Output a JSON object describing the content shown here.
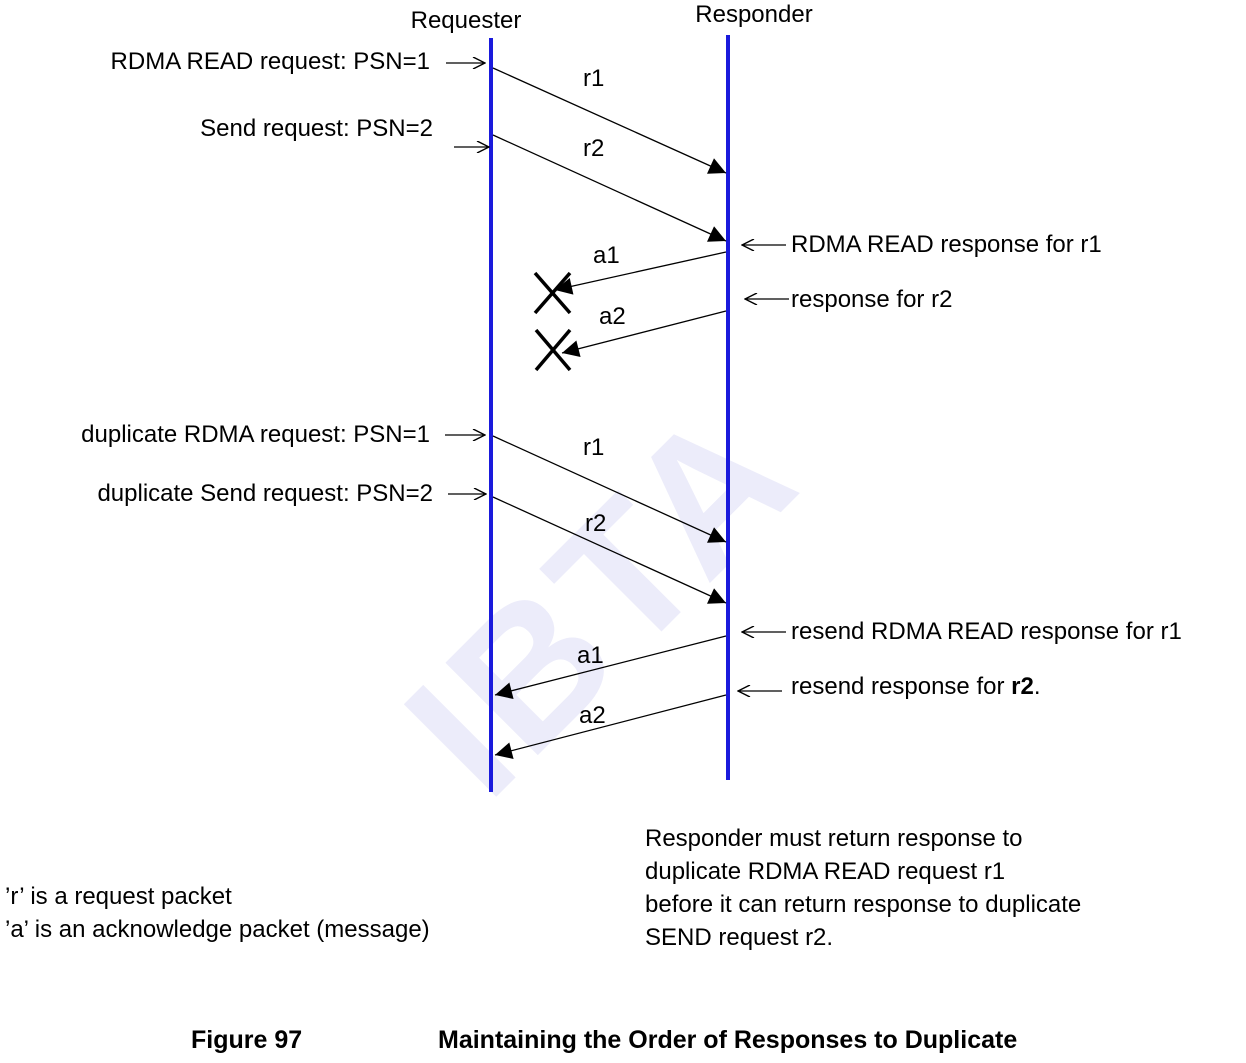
{
  "diagram": {
    "requester_label": "Requester",
    "responder_label": "Responder",
    "watermark": "IBTA",
    "left_annotations": [
      "RDMA READ request: PSN=1",
      "Send request: PSN=2",
      "duplicate RDMA request: PSN=1",
      "duplicate Send request: PSN=2"
    ],
    "right_annotations": [
      "RDMA READ response for r1",
      "response for r2",
      "resend RDMA READ response for r1",
      "resend response for "
    ],
    "right_annotation_bold": "r2",
    "right_annotation_tail": ".",
    "message_labels": [
      "r1",
      "r2",
      "a1",
      "a2",
      "r1",
      "r2",
      "a1",
      "a2"
    ],
    "lost_packets": [
      "a1",
      "a2"
    ]
  },
  "legend": {
    "line1": "’r’ is a request packet",
    "line2": "’a’ is an acknowledge packet (message)"
  },
  "note": {
    "lines": [
      "Responder must return response to",
      "duplicate RDMA READ request r1",
      "before it can return response to duplicate",
      "SEND request r2."
    ]
  },
  "caption": {
    "number": "Figure 97",
    "title": "Maintaining the Order of Responses to Duplicate"
  },
  "colors": {
    "lifeline": "#1a1adc",
    "watermark": "#ececfa"
  }
}
